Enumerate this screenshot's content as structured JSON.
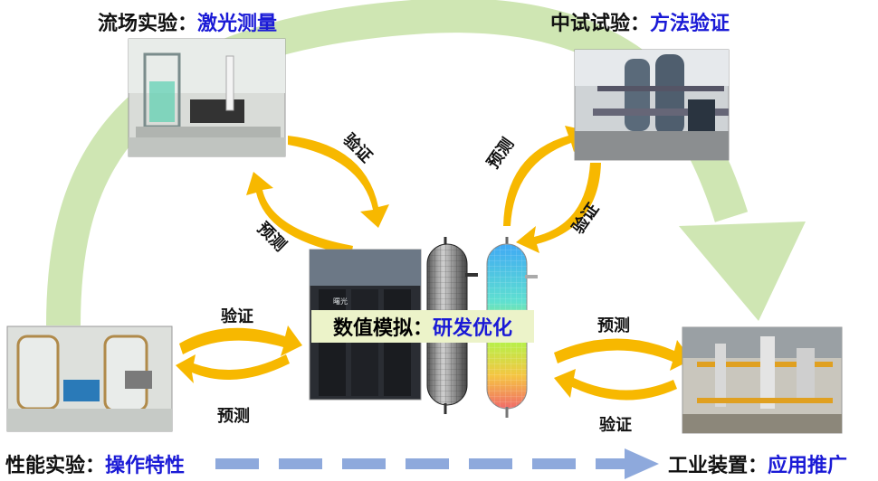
{
  "stages": {
    "flow_field": {
      "title": "流场实验",
      "sep": "：",
      "focus": "激光测量"
    },
    "pilot": {
      "title": "中试试验",
      "sep": "：",
      "focus": "方法验证"
    },
    "performance": {
      "title": "性能实验",
      "sep": "：",
      "focus": "操作特性"
    },
    "industrial": {
      "title": "工业装置",
      "sep": "：",
      "focus": "应用推广"
    },
    "simulation": {
      "title": "数值模拟",
      "sep": "：",
      "focus": "研发优化"
    }
  },
  "arrow_labels": {
    "verify_a": "验证",
    "predict_a": "预测",
    "verify_b": "验证",
    "predict_b": "预测",
    "verify_c": "验证",
    "predict_c": "预测",
    "verify_d": "验证",
    "predict_d": "预测"
  },
  "supercomputer_logo": "曙光",
  "colors": {
    "cycle_arrow": "#cfe6b3",
    "exchange_arrow": "#f7b800",
    "dashed_arrow": "#8ea9dc",
    "accent_text": "#1a1ad6"
  }
}
